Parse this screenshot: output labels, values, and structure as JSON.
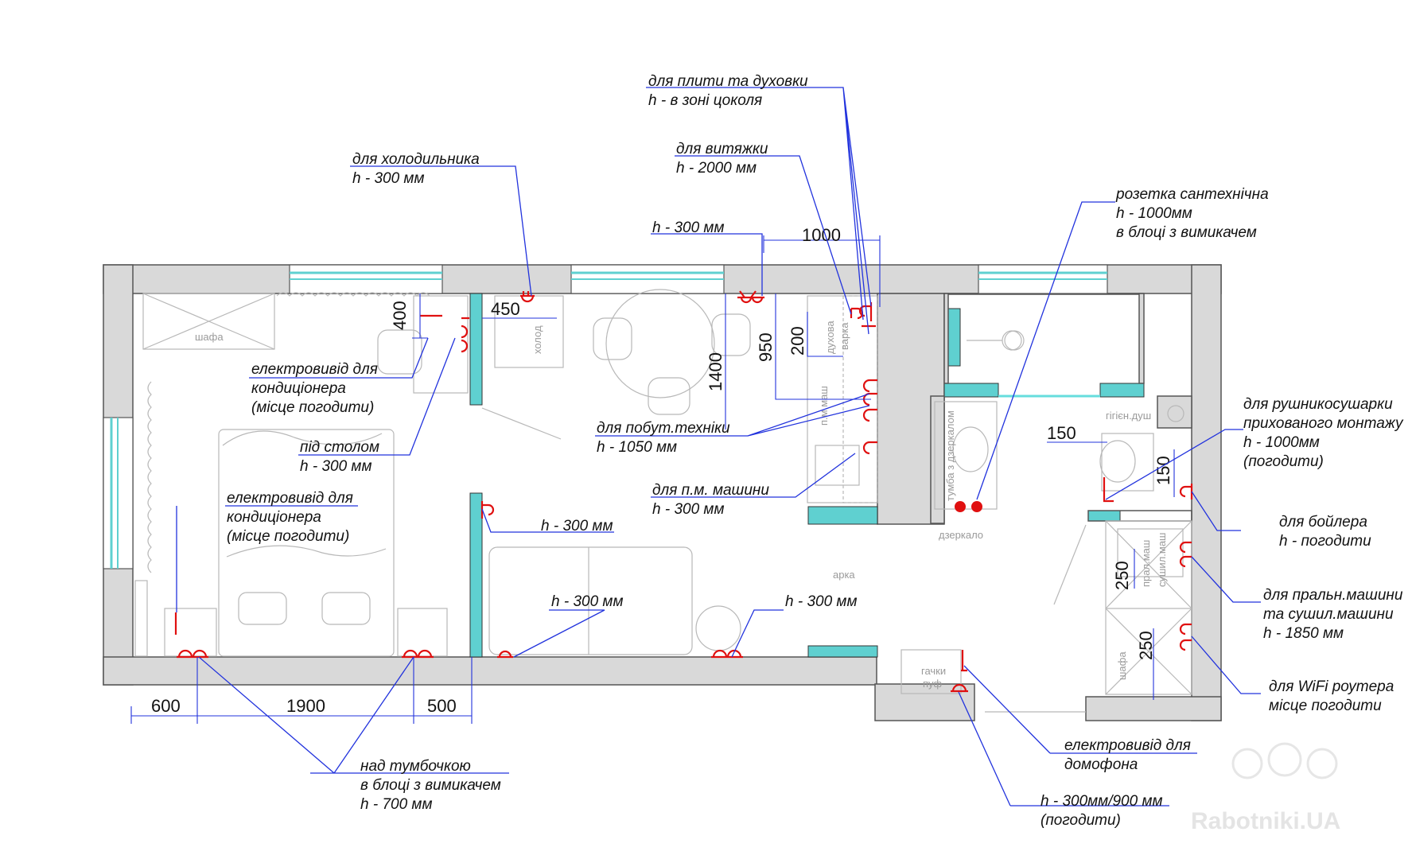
{
  "annotations": {
    "stove": [
      "для плити та духовки",
      "h - в зоні цоколя"
    ],
    "hood": [
      "для витяжки",
      "h - 2000 мм"
    ],
    "fridge": [
      "для холодильника",
      "h - 300 мм"
    ],
    "h300_top": "h - 300 мм",
    "sanitary": [
      "розетка сантехнічна",
      "h - 1000мм",
      "в блоці з вимикачем"
    ],
    "ac1": [
      "електровивід для",
      "кондиціонера",
      "(місце погодити)"
    ],
    "under_table": [
      "під столом",
      "h - 300 мм"
    ],
    "appliances": [
      "для побут.техніки",
      "h - 1050 мм"
    ],
    "dishwasher": [
      "для п.м. машини",
      "h - 300 мм"
    ],
    "ac2": [
      "електровивід для",
      "кондиціонера",
      "(місце погодити)"
    ],
    "h300_mid": "h - 300 мм",
    "h300_sofa": "h - 300 мм",
    "h300_right": "h - 300 мм",
    "towel": [
      "для рушникосушарки",
      "прихованого монтажу",
      "h - 1000мм",
      "(погодити)"
    ],
    "boiler": [
      "для бойлера",
      "h - погодити"
    ],
    "washer": [
      "для пральн.машини",
      "та сушил.машини",
      "h - 1850 мм"
    ],
    "wifi": [
      "для WiFi роутера",
      "місце погодити"
    ],
    "nightstand": [
      "над тумбочкою",
      "в блоці з вимикачем",
      "h - 700 мм"
    ],
    "intercom": [
      "електровивід для",
      "домофона"
    ],
    "h300_900": [
      "h - 300мм/900 мм",
      "(погодити)"
    ]
  },
  "dimensions": {
    "d1000": "1000",
    "d450": "450",
    "d400": "400",
    "d1400": "1400",
    "d950": "950",
    "d200": "200",
    "d150h": "150",
    "d150v": "150",
    "d250a": "250",
    "d250b": "250",
    "d600": "600",
    "d1900": "1900",
    "d500": "500"
  },
  "furniture_labels": {
    "wardrobe": "шафа",
    "fridge": "холод",
    "dishwasher": "п.м.маш",
    "oven": "духова",
    "hob": "варка",
    "hygiene_shower": "гігієн.душ",
    "vanity": "тумба з дзеркалом",
    "mirror": "дзеркало",
    "arch": "арка",
    "washer": "прал.маш",
    "dryer": "сушил.маш",
    "wardrobe2": "шафа",
    "hooks": "гачки",
    "pouf": "пуф"
  },
  "watermark": "Rabotniki.UA",
  "colors": {
    "wall": "#d9d9d9",
    "accent_panel": "#5fd0d0",
    "socket": "#e01010",
    "leader": "#2233dd"
  }
}
